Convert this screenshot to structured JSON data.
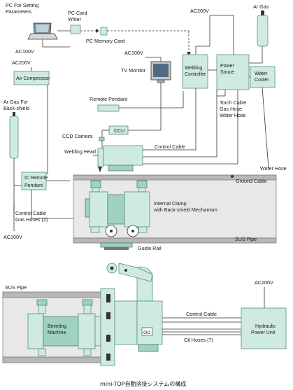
{
  "labels": {
    "pc_setting": "PC For Setting",
    "parameters": "Parameters",
    "pc_card_writer_1": "PC Card",
    "pc_card_writer_2": "Writer",
    "pc_memory_card": "PC Memory Card",
    "ac100v_pc": "AC100V",
    "ac200v_left": "AC200V",
    "air_compressor": "Air Compressor",
    "ar_gas_backshield_1": "Ar Gas For",
    "ar_gas_backshield_2": "Back-shield",
    "ic_remote_1": "IC Remote",
    "ic_remote_2": "Pendant",
    "control_cable_left": "Control Cable",
    "gas_hoses_2": "Gas Hoses (2)",
    "ac100v_bottom": "AC100V",
    "ac100v_tv": "AC100V",
    "tv_monitor": "TV Monitor",
    "remote_pendant": "Remote Pendant",
    "ccu": "CCU",
    "ccd_camera": "CCD Camera",
    "welding_head": "Welding Head",
    "ac200v_top": "AC200V",
    "ar_gas_top": "Ar Gas",
    "welding_controller_1": "Welding",
    "welding_controller_2": "Controller",
    "power_source_1": "Power",
    "power_source_2": "Souce",
    "water_cooler_1": "Water",
    "water_cooler_2": "Cooler",
    "torch_cable": "Torch Cable",
    "gas_hose": "Gas Hose",
    "water_hose_1": "Water Hose",
    "control_cable_top": "Control Cable",
    "water_hose_2": "Water Hose",
    "ground_cable": "Ground Cable",
    "internal_clamp_1": "Internal Clamp",
    "internal_clamp_2": "with Back-shield Mechanism",
    "sus_pipe_top": "SUS Pipe",
    "guide_rail": "Guide Rail",
    "sus_pipe_bottom": "SUS Pipe",
    "beveling_1": "Beveling",
    "beveling_2": "Machine",
    "ac200v_hydraulic": "AC200V",
    "control_cable_bottom": "Control Cable",
    "oil_hoses": "Oil Hoses (7)",
    "hydraulic_1": "Hydraulic",
    "hydraulic_2": "Power Unit",
    "oo_mark": "OO",
    "caption": "mini-TOP自動溶接システムの構成"
  }
}
